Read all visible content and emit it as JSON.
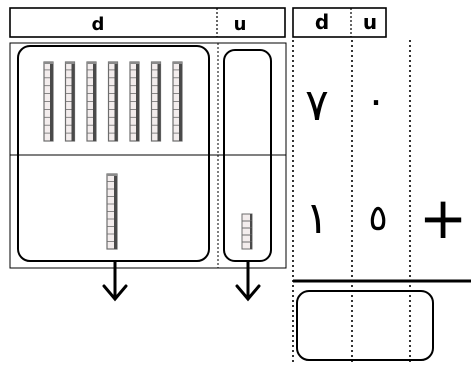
{
  "left_header": {
    "tens_label": "d",
    "ones_label": "u"
  },
  "right_header": {
    "tens_label": "d",
    "ones_label": "u"
  },
  "top_number": {
    "tens_digit": "٧",
    "ones_digit": "٠"
  },
  "bottom_number": {
    "tens_digit": "١",
    "ones_digit": "٥"
  },
  "operator": "+",
  "blocks": {
    "top_tens_rods": 7,
    "top_ones_units": 0,
    "bottom_tens_rods": 1,
    "bottom_ones_units": 5
  },
  "colors": {
    "ink": "#000000",
    "rod_fill": "#f3eded",
    "rod_edge": "#6d6d6d"
  }
}
